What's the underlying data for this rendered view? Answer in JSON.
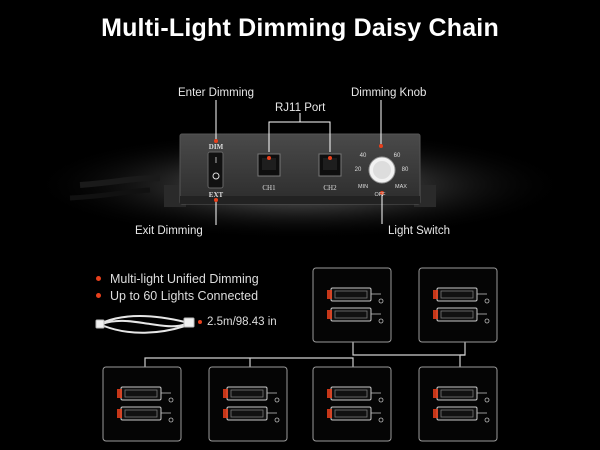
{
  "title": "Multi-Light Dimming Daisy Chain",
  "callouts": {
    "enter_dimming": "Enter Dimming",
    "rj11_port": "RJ11 Port",
    "dimming_knob": "Dimming Knob",
    "exit_dimming": "Exit Dimming",
    "light_switch": "Light Switch"
  },
  "device_labels": {
    "dim": "DIM",
    "ext": "EXT",
    "ch1": "CH1",
    "ch2": "CH2",
    "min": "MIN",
    "max": "MAX",
    "off": "OFF",
    "knob_20": "20",
    "knob_40": "40",
    "knob_60": "60",
    "knob_80": "80",
    "switch_on": "I",
    "switch_off": "O"
  },
  "features": [
    "Multi-light Unified Dimming",
    "Up to 60 Lights Connected"
  ],
  "cable_length": "2.5m/98.43 in",
  "colors": {
    "accent": "#e8401c",
    "background": "#000000",
    "device_body": "#3a3a3a"
  }
}
